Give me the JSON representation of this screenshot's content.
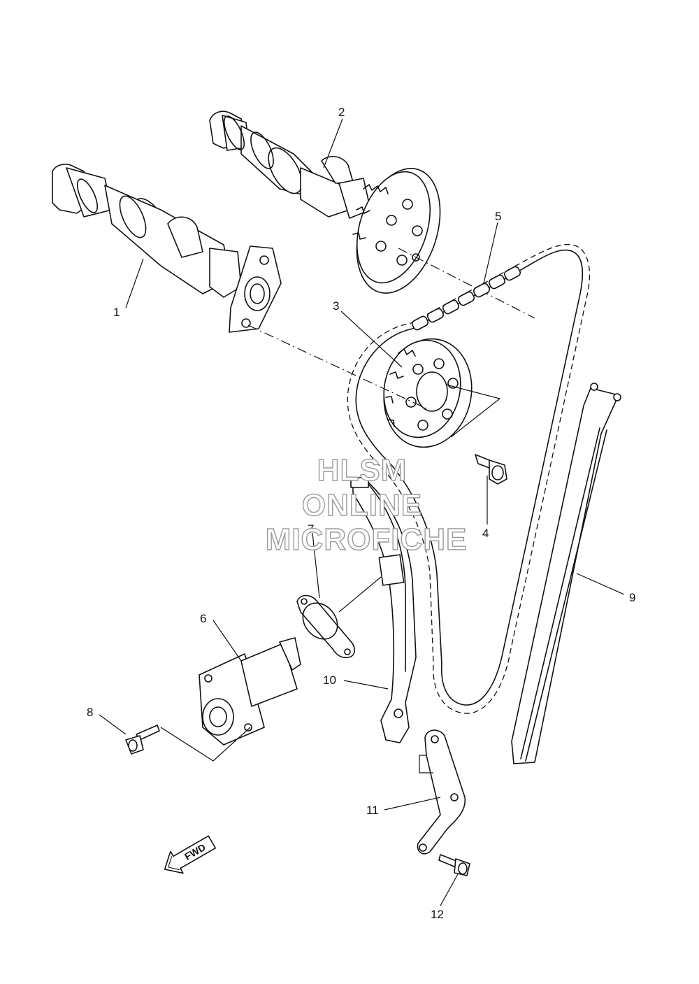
{
  "diagram": {
    "parts": [
      {
        "id": "1",
        "label": "1"
      },
      {
        "id": "2",
        "label": "2"
      },
      {
        "id": "3",
        "label": "3"
      },
      {
        "id": "4",
        "label": "4"
      },
      {
        "id": "5",
        "label": "5"
      },
      {
        "id": "6",
        "label": "6"
      },
      {
        "id": "7",
        "label": "7"
      },
      {
        "id": "8",
        "label": "8"
      },
      {
        "id": "9",
        "label": "9"
      },
      {
        "id": "10",
        "label": "10"
      },
      {
        "id": "11",
        "label": "11"
      },
      {
        "id": "12",
        "label": "12"
      }
    ],
    "watermark": {
      "line1": "HLSM",
      "line2": "ONLINE",
      "line3": "MICROFICHE"
    },
    "fwd_arrow": {
      "label": "FWD"
    }
  }
}
